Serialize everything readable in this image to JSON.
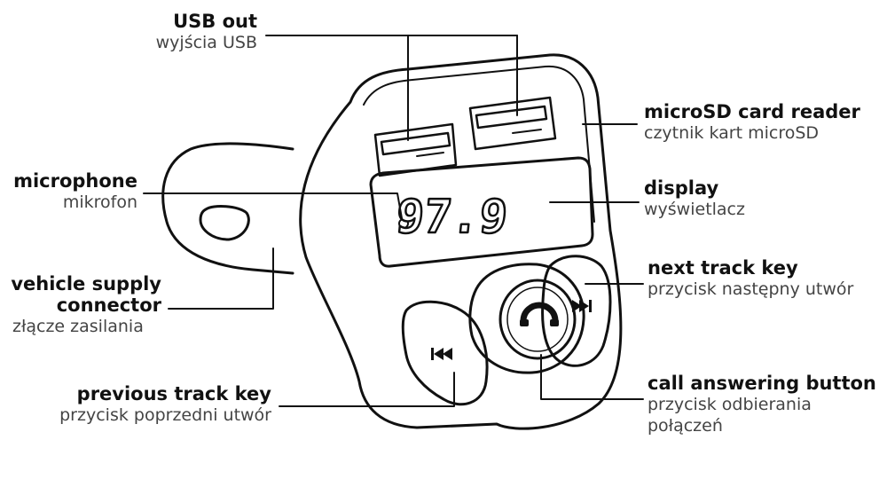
{
  "display": {
    "frequency": "97.9"
  },
  "labels": {
    "usb_out": {
      "en": "USB out",
      "pl": "wyjścia USB"
    },
    "microsd": {
      "en": "microSD card reader",
      "pl": "czytnik kart microSD"
    },
    "microphone": {
      "en": "microphone",
      "pl": "mikrofon"
    },
    "display": {
      "en": "display",
      "pl": "wyświetlacz"
    },
    "vehicle_supply": {
      "en_line1": "vehicle supply",
      "en_line2": "connector",
      "pl": "złącze zasilania"
    },
    "next_track": {
      "en": "next track key",
      "pl": "przycisk następny utwór"
    },
    "previous_track": {
      "en": "previous track key",
      "pl": "przycisk poprzedni utwór"
    },
    "call_answer": {
      "en": "call answering button",
      "pl_line1": "przycisk odbierania",
      "pl_line2": "połączeń"
    }
  },
  "icons": {
    "previous": "previous-track-icon",
    "next": "next-track-icon",
    "call": "phone-handset-icon"
  }
}
